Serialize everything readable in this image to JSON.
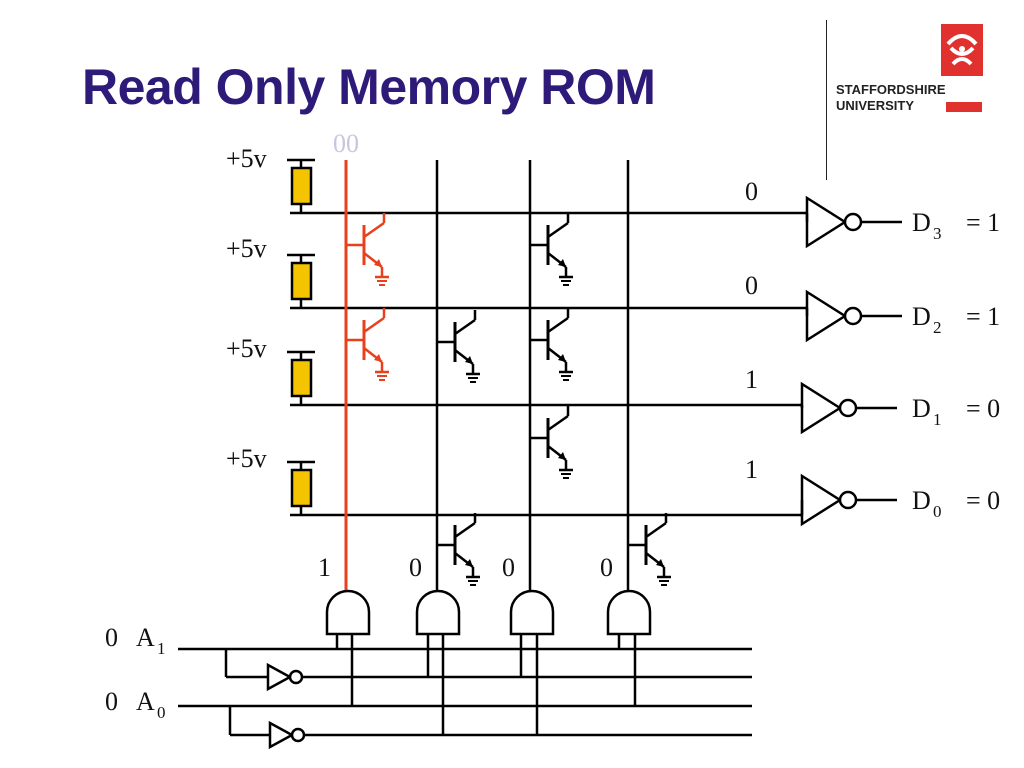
{
  "title": "Read Only Memory ROM",
  "logo": {
    "line1": "STAFFORDSHIRE",
    "line2": "UNIVERSITY"
  },
  "address_label": "00",
  "supply_label": "+5v",
  "row_values": [
    "0",
    "0",
    "1",
    "1"
  ],
  "outputs": [
    {
      "name": "D",
      "sub": "3",
      "value": "= 1"
    },
    {
      "name": "D",
      "sub": "2",
      "value": "= 1"
    },
    {
      "name": "D",
      "sub": "1",
      "value": "= 0"
    },
    {
      "name": "D",
      "sub": "0",
      "value": "= 0"
    }
  ],
  "column_values": [
    "1",
    "0",
    "0",
    "0"
  ],
  "address_inputs": [
    {
      "value": "0",
      "name": "A",
      "sub": "1"
    },
    {
      "value": "0",
      "name": "A",
      "sub": "0"
    }
  ],
  "colors": {
    "title": "#2e1a78",
    "active": "#e8401c",
    "resistor": "#f5c400",
    "wire": "#000000",
    "logo_red": "#e0312f"
  }
}
